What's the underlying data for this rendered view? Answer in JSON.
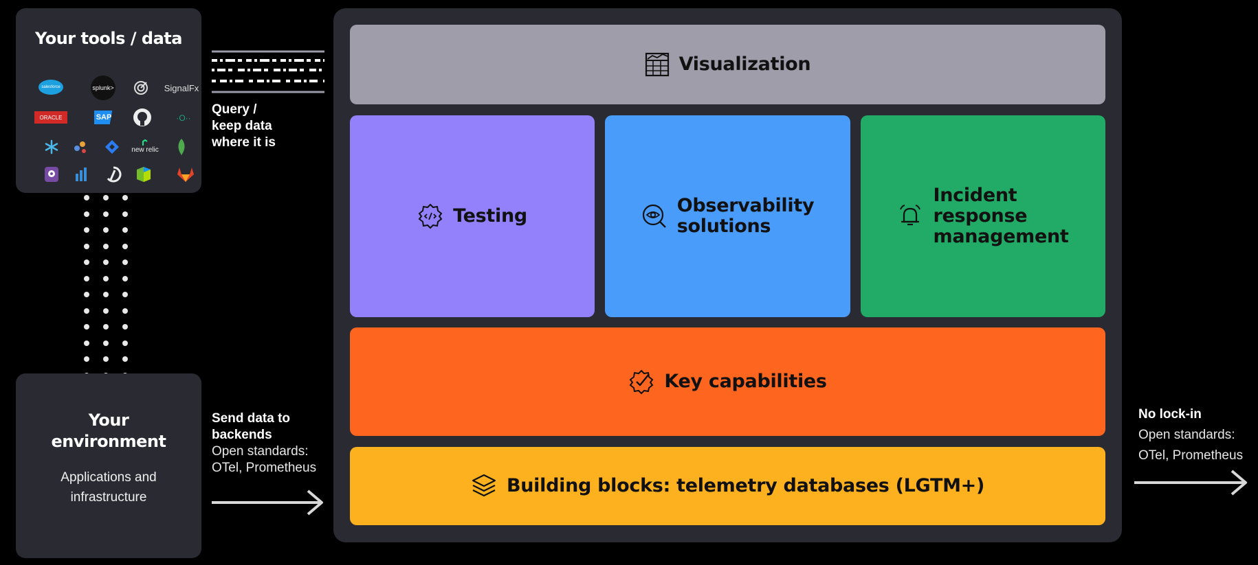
{
  "tools": {
    "title": "Your tools / data",
    "logos": [
      {
        "name": "salesforce",
        "label": "salesforce"
      },
      {
        "name": "splunk",
        "label": "splunk>"
      },
      {
        "name": "target-logo",
        "label": ""
      },
      {
        "name": "signalfx",
        "label": "SignalFx"
      },
      {
        "name": "oracle",
        "label": "ORACLE"
      },
      {
        "name": "sap",
        "label": "SAP"
      },
      {
        "name": "github",
        "label": ""
      },
      {
        "name": "dotted-logo",
        "label": "·O··"
      },
      {
        "name": "snowflake",
        "label": ""
      },
      {
        "name": "molecule-logo",
        "label": ""
      },
      {
        "name": "jira",
        "label": ""
      },
      {
        "name": "newrelic",
        "label": "new relic"
      },
      {
        "name": "mongodb",
        "label": ""
      },
      {
        "name": "datadog",
        "label": ""
      },
      {
        "name": "honeycomb",
        "label": ""
      },
      {
        "name": "lightstep",
        "label": ""
      },
      {
        "name": "dynatrace",
        "label": ""
      },
      {
        "name": "gitlab",
        "label": ""
      }
    ]
  },
  "environment": {
    "title_line1": "Your",
    "title_line2": "environment",
    "sub_line1": "Applications and",
    "sub_line2": "infrastructure"
  },
  "query": {
    "line1": "Query /",
    "line2": "keep data",
    "line3": "where it is"
  },
  "send": {
    "line1": "Send data to",
    "line2": "backends",
    "line3": "Open standards:",
    "line4": "OTel, Prometheus"
  },
  "nolock": {
    "line1": "No lock-in",
    "line2": "Open standards:",
    "line3": "OTel, Prometheus"
  },
  "blocks": {
    "visualization": "Visualization",
    "testing": "Testing",
    "observability_line1": "Observability",
    "observability_line2": "solutions",
    "incident_line1": "Incident",
    "incident_line2": "response",
    "incident_line3": "management",
    "key_capabilities": "Key capabilities",
    "building_blocks": "Building blocks: telemetry databases (LGTM+)"
  },
  "colors": {
    "visualization": "#9f9da9",
    "testing": "#9380fb",
    "observability": "#4a9cfb",
    "incident": "#22ab66",
    "key_capabilities": "#fe661f",
    "building_blocks": "#feb11f",
    "panel": "#2a2a33"
  }
}
